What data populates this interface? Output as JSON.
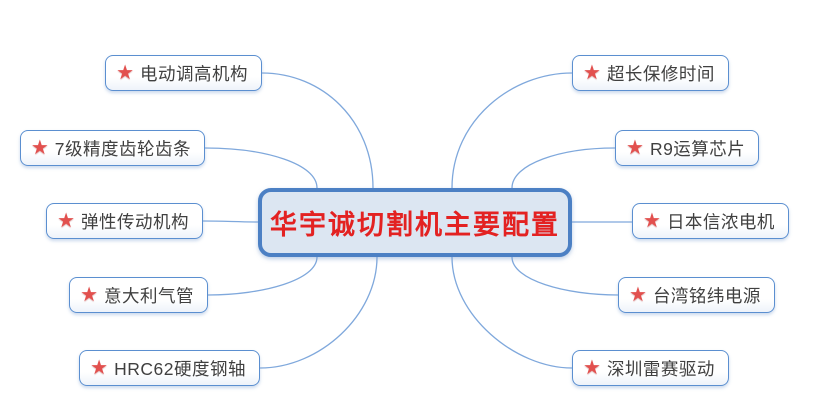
{
  "central": {
    "label": "华宇诚切割机主要配置"
  },
  "star_icon": "★",
  "branches": {
    "left": [
      {
        "label": "电动调高机构"
      },
      {
        "label": "7级精度齿轮齿条"
      },
      {
        "label": "弹性传动机构"
      },
      {
        "label": "意大利气管"
      },
      {
        "label": "HRC62硬度钢轴"
      }
    ],
    "right": [
      {
        "label": "超长保修时间"
      },
      {
        "label": "R9运算芯片"
      },
      {
        "label": "日本信浓电机"
      },
      {
        "label": "台湾铭纬电源"
      },
      {
        "label": "深圳雷赛驱动"
      }
    ]
  },
  "colors": {
    "box_border": "#5b8fd0",
    "central_border": "#4c80c4",
    "central_fill": "#dce6f2",
    "central_text": "#e32222",
    "text": "#404040",
    "star": "#e2504e",
    "connector": "#7fa8dc"
  }
}
